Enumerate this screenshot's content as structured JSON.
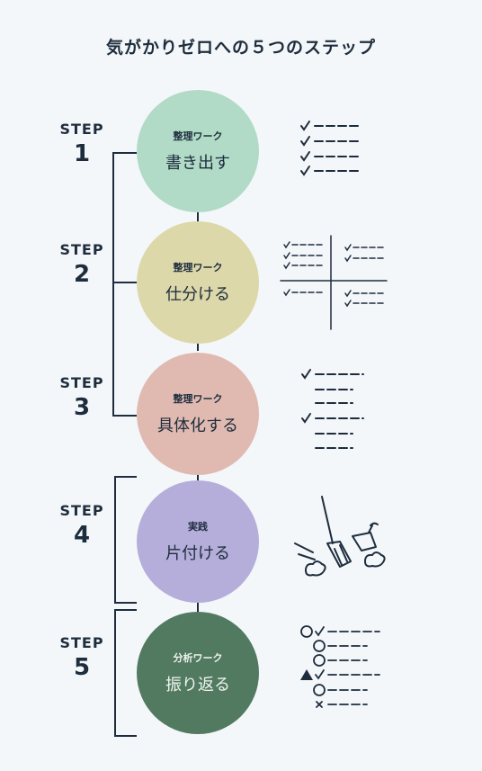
{
  "title": "気がかりゼロへの５つのステップ",
  "steps": [
    {
      "step_word": "STEP",
      "number": "1",
      "category": "整理ワーク",
      "name": "書き出す",
      "color": "#b1dbc7"
    },
    {
      "step_word": "STEP",
      "number": "2",
      "category": "整理ワーク",
      "name": "仕分ける",
      "color": "#ddd8aa"
    },
    {
      "step_word": "STEP",
      "number": "3",
      "category": "整理ワーク",
      "name": "具体化する",
      "color": "#e0bab1"
    },
    {
      "step_word": "STEP",
      "number": "4",
      "category": "実践",
      "name": "片付ける",
      "color": "#b5aedb"
    },
    {
      "step_word": "STEP",
      "number": "5",
      "category": "分析ワーク",
      "name": "振り返る",
      "color": "#527a61"
    }
  ],
  "icons": [
    "checklist-icon",
    "sorting-grid-icon",
    "subtask-list-icon",
    "broom-dustpan-icon",
    "review-list-icon"
  ]
}
